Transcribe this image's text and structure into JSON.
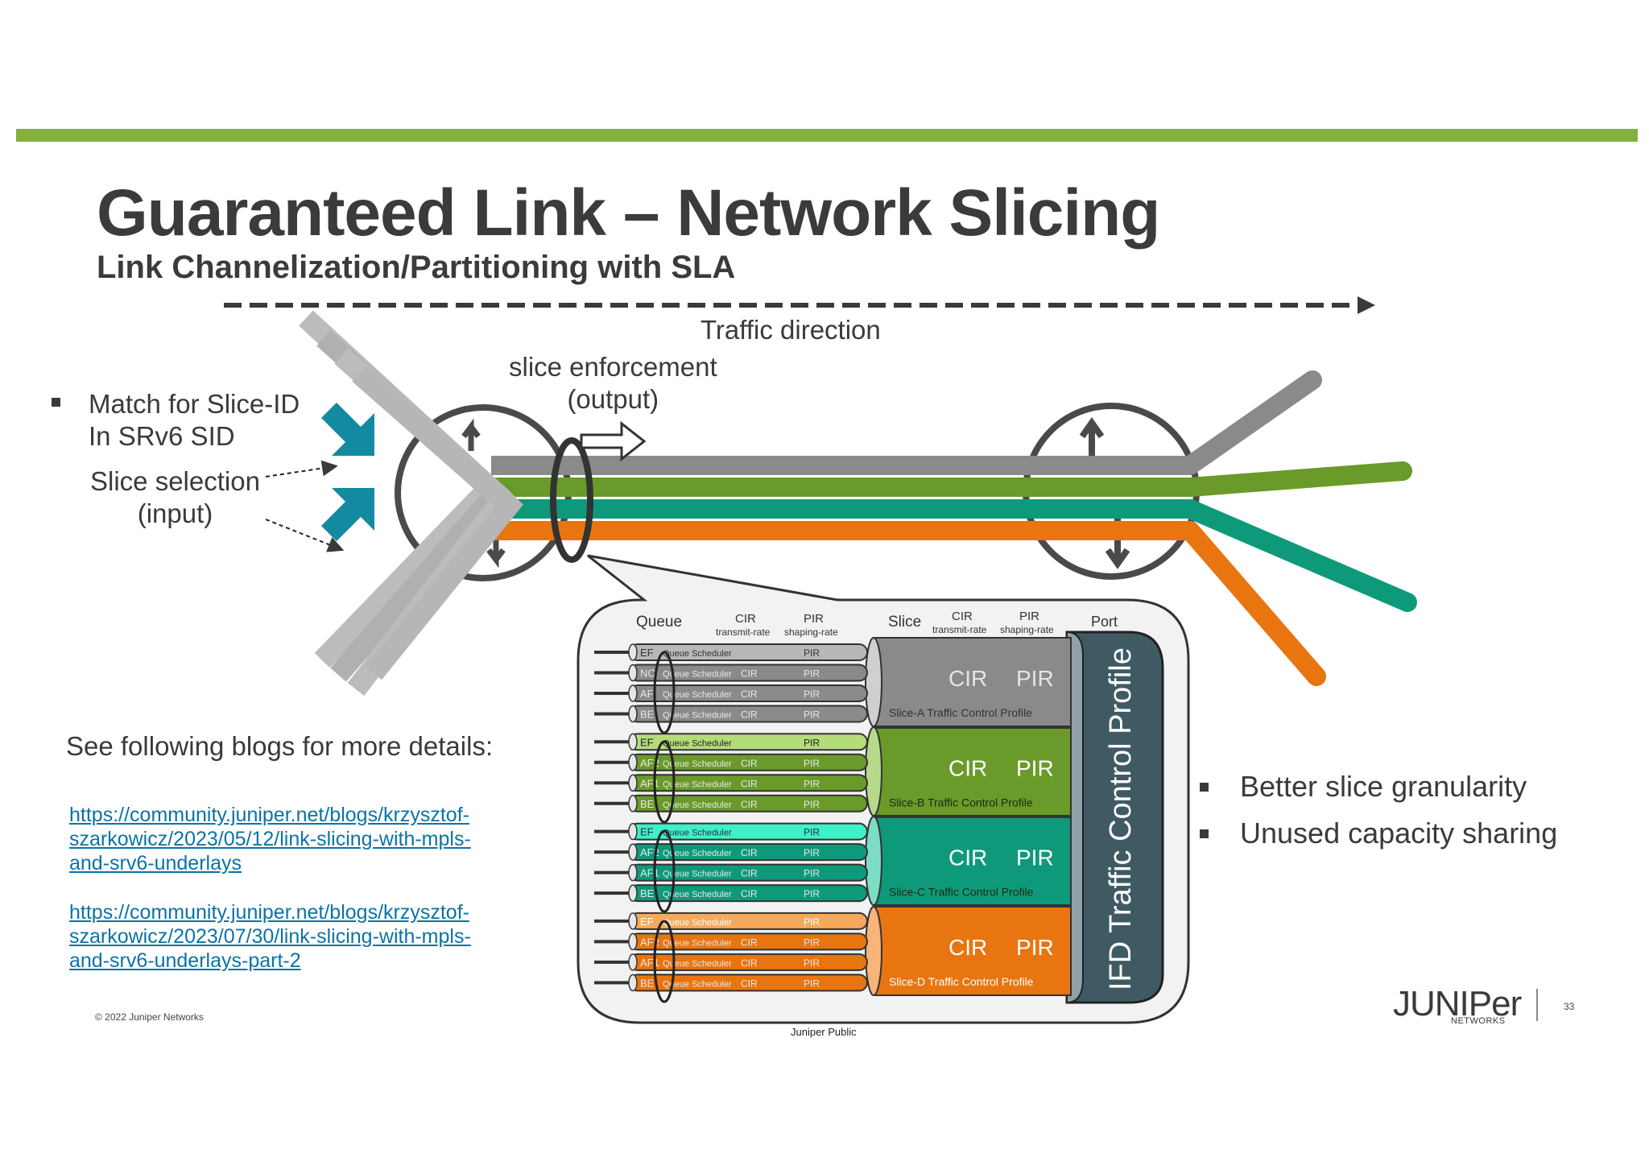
{
  "slide": {
    "title": "Guaranteed Link – Network Slicing",
    "subtitle": "Link Channelization/Partitioning with SLA",
    "traffic_direction": "Traffic direction",
    "slice_enforcement_line1": "slice enforcement",
    "slice_enforcement_line2": "(output)",
    "match_line1": "Match for Slice-ID",
    "match_line2": "In SRv6 SID",
    "slice_selection_line1": "Slice selection",
    "slice_selection_line2": "(input)",
    "blogs_heading": "See following blogs for more details:",
    "link1_line1": "https://community.juniper.net/blogs/krzysztof-",
    "link1_line2": "szarkowicz/2023/05/12/link-slicing-with-mpls-",
    "link1_line3": "and-srv6-underlays",
    "link2_line1": "https://community.juniper.net/blogs/krzysztof-",
    "link2_line2": "szarkowicz/2023/07/30/link-slicing-with-mpls-",
    "link2_line3": "and-srv6-underlays-part-2",
    "bullet_right_1": "Better slice granularity",
    "bullet_right_2": "Unused capacity sharing",
    "copyright": "© 2022 Juniper Networks",
    "classification": "Juniper Public",
    "page_number": "33",
    "logo_text": "JUNIPer",
    "logo_sub": "NETWORKS"
  },
  "diagram": {
    "headers": {
      "queue": "Queue",
      "cir": "CIR",
      "cir_sub": "transmit-rate",
      "pir": "PIR",
      "pir_sub": "shaping-rate",
      "slice": "Slice",
      "port": "Port"
    },
    "port_label": "IFD Traffic Control Profile",
    "slices": [
      {
        "name": "Slice-A Traffic Control Profile",
        "cir": "CIR",
        "pir": "PIR",
        "color": "#8a8a8a",
        "queues": [
          {
            "q": "EF",
            "sched": "Queue Scheduler",
            "cir": "",
            "pir": "PIR"
          },
          {
            "q": "NC",
            "sched": "Queue Scheduler",
            "cir": "CIR",
            "pir": "PIR"
          },
          {
            "q": "AF",
            "sched": "Queue Scheduler",
            "cir": "CIR",
            "pir": "PIR"
          },
          {
            "q": "BE",
            "sched": "Queue Scheduler",
            "cir": "CIR",
            "pir": "PIR"
          }
        ]
      },
      {
        "name": "Slice-B Traffic Control Profile",
        "cir": "CIR",
        "pir": "PIR",
        "color": "#6a9a2a",
        "queues": [
          {
            "q": "EF",
            "sched": "Queue Scheduler",
            "cir": "",
            "pir": "PIR"
          },
          {
            "q": "AF2",
            "sched": "Queue Scheduler",
            "cir": "CIR",
            "pir": "PIR"
          },
          {
            "q": "AF1",
            "sched": "Queue Scheduler",
            "cir": "CIR",
            "pir": "PIR"
          },
          {
            "q": "BE",
            "sched": "Queue Scheduler",
            "cir": "CIR",
            "pir": "PIR"
          }
        ]
      },
      {
        "name": "Slice-C Traffic Control Profile",
        "cir": "CIR",
        "pir": "PIR",
        "color": "#0e9a7a",
        "queues": [
          {
            "q": "EF",
            "sched": "Queue Scheduler",
            "cir": "",
            "pir": "PIR"
          },
          {
            "q": "AF2",
            "sched": "Queue Scheduler",
            "cir": "CIR",
            "pir": "PIR"
          },
          {
            "q": "AF1",
            "sched": "Queue Scheduler",
            "cir": "CIR",
            "pir": "PIR"
          },
          {
            "q": "BE",
            "sched": "Queue Scheduler",
            "cir": "CIR",
            "pir": "PIR"
          }
        ]
      },
      {
        "name": "Slice-D Traffic Control Profile",
        "cir": "CIR",
        "pir": "PIR",
        "color": "#e87510",
        "queues": [
          {
            "q": "EF",
            "sched": "Queue Scheduler",
            "cir": "",
            "pir": "PIR"
          },
          {
            "q": "AF2",
            "sched": "Queue Scheduler",
            "cir": "CIR",
            "pir": "PIR"
          },
          {
            "q": "AF1",
            "sched": "Queue Scheduler",
            "cir": "CIR",
            "pir": "PIR"
          },
          {
            "q": "BE",
            "sched": "Queue Scheduler",
            "cir": "CIR",
            "pir": "PIR"
          }
        ]
      }
    ]
  },
  "colors": {
    "accent_green": "#84b13d",
    "link_blue": "#0b73a6",
    "slice_gray": "#8a8a8a",
    "slice_green": "#6a9a2a",
    "slice_teal": "#0e9a7a",
    "slice_orange": "#e87510",
    "port_dark": "#3f5a63",
    "arrow_teal": "#138aa0"
  }
}
